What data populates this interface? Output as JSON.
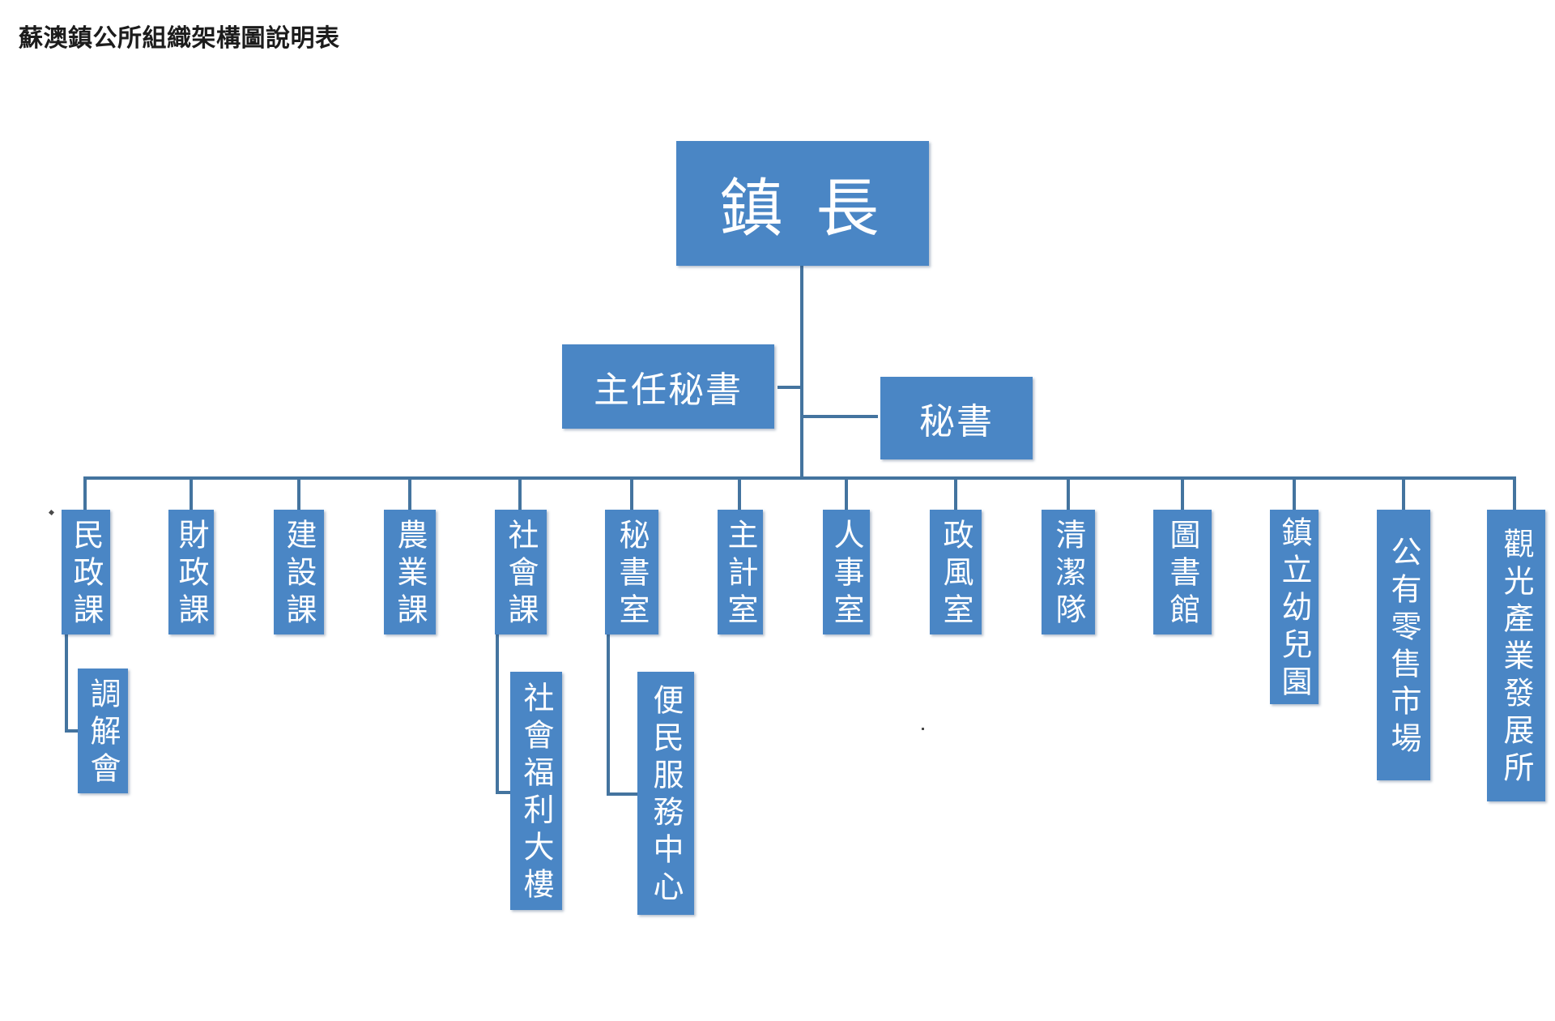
{
  "title": "蘇澳鎮公所組織架構圖說明表",
  "colors": {
    "box_fill": "#4a86c5",
    "connector": "#44749f",
    "box_text": "#ffffff"
  },
  "org": {
    "root": "鎮 長",
    "chief_secretary": "主任秘書",
    "secretary": "秘書",
    "units": [
      "民政課",
      "財政課",
      "建設課",
      "農業課",
      "社會課",
      "秘書室",
      "主計室",
      "人事室",
      "政風室",
      "清潔隊",
      "圖書館",
      "鎮立幼兒園",
      "公有零售市場",
      "觀光產業發展所"
    ],
    "sub_units": [
      {
        "parent": "民政課",
        "label": "調解會"
      },
      {
        "parent": "社會課",
        "label": "社會福利大樓"
      },
      {
        "parent": "秘書室",
        "label": "便民服務中心"
      }
    ]
  }
}
